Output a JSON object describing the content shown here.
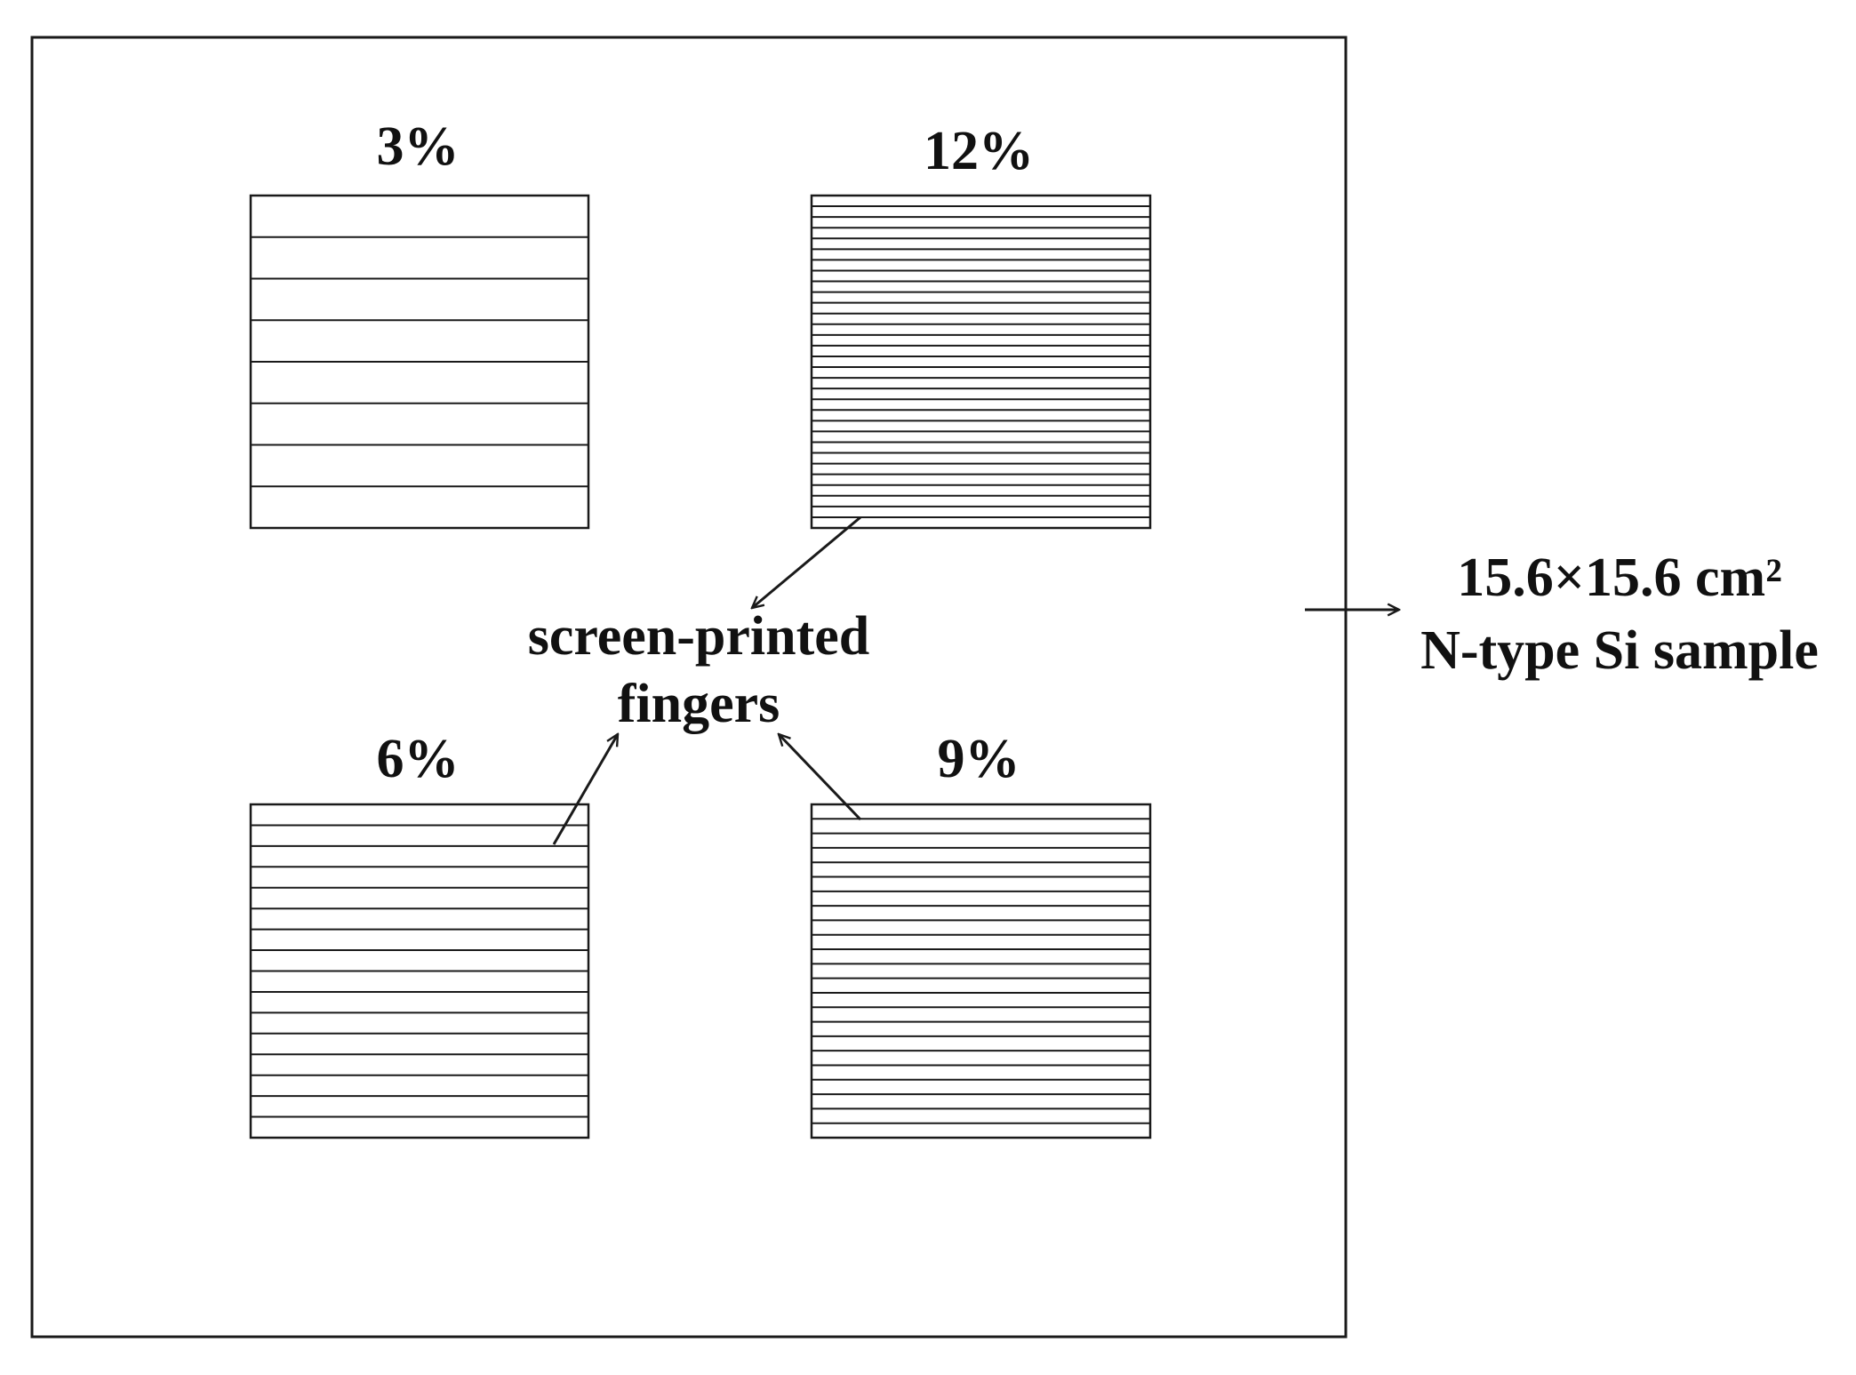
{
  "diagram": {
    "stroke_color": "#1a1a1a",
    "background_color": "#ffffff",
    "sample_labels": {
      "line1": "15.6×15.6 cm²",
      "line2": "N-type Si sample"
    },
    "center_label": {
      "line1": "screen-printed",
      "line2": "fingers"
    },
    "patches": [
      {
        "id": "patch-3",
        "label": "3%",
        "finger_count": 7
      },
      {
        "id": "patch-12",
        "label": "12%",
        "finger_count": 30
      },
      {
        "id": "patch-6",
        "label": "6%",
        "finger_count": 15
      },
      {
        "id": "patch-9",
        "label": "9%",
        "finger_count": 22
      }
    ]
  }
}
